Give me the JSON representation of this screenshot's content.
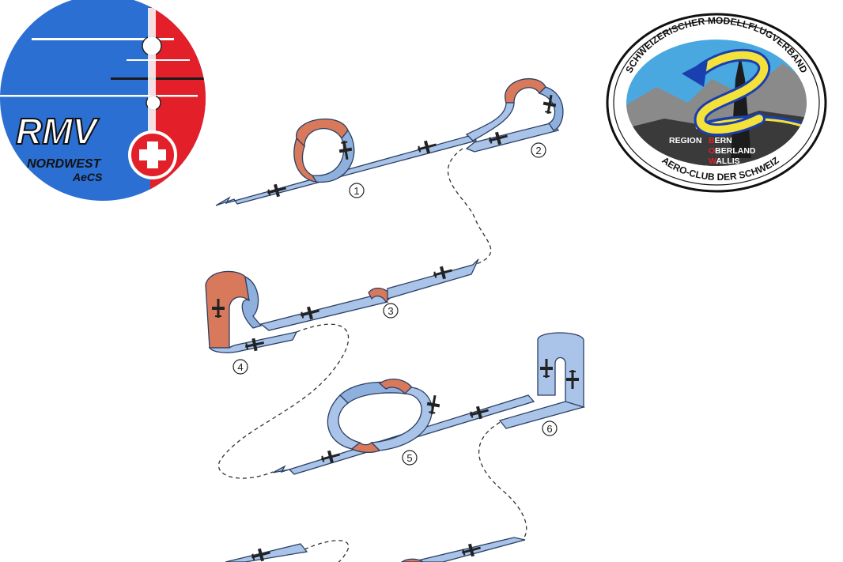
{
  "logos": {
    "left": {
      "main": "RMV",
      "line1": "NORDWEST",
      "line2": "AeCS",
      "colors": {
        "blue": "#2b6fd3",
        "red": "#e3202a"
      }
    },
    "right": {
      "top_arc": "SCHWEIZERISCHER MODELLFLUGVERBAND",
      "bottom_arc": "AERO-CLUB DER SCHWEIZ",
      "region_prefix": "REGION",
      "region_lines": [
        {
          "initial": "B",
          "rest": "ERN"
        },
        {
          "initial": "O",
          "rest": "BERLAND"
        },
        {
          "initial": "W",
          "rest": "ALLIS"
        }
      ],
      "colors": {
        "sky": "#4aa8e0",
        "mountain": "#777777",
        "arrow": "#f4e23a",
        "accent": "#e3202a"
      }
    }
  },
  "figures": [
    {
      "label": "1"
    },
    {
      "label": "2"
    },
    {
      "label": "3"
    },
    {
      "label": "4"
    },
    {
      "label": "5"
    },
    {
      "label": "6"
    }
  ],
  "colors": {
    "ribbon_blue": "#a9c4e8",
    "ribbon_red": "#d9795c",
    "outline": "#2a3f63"
  }
}
